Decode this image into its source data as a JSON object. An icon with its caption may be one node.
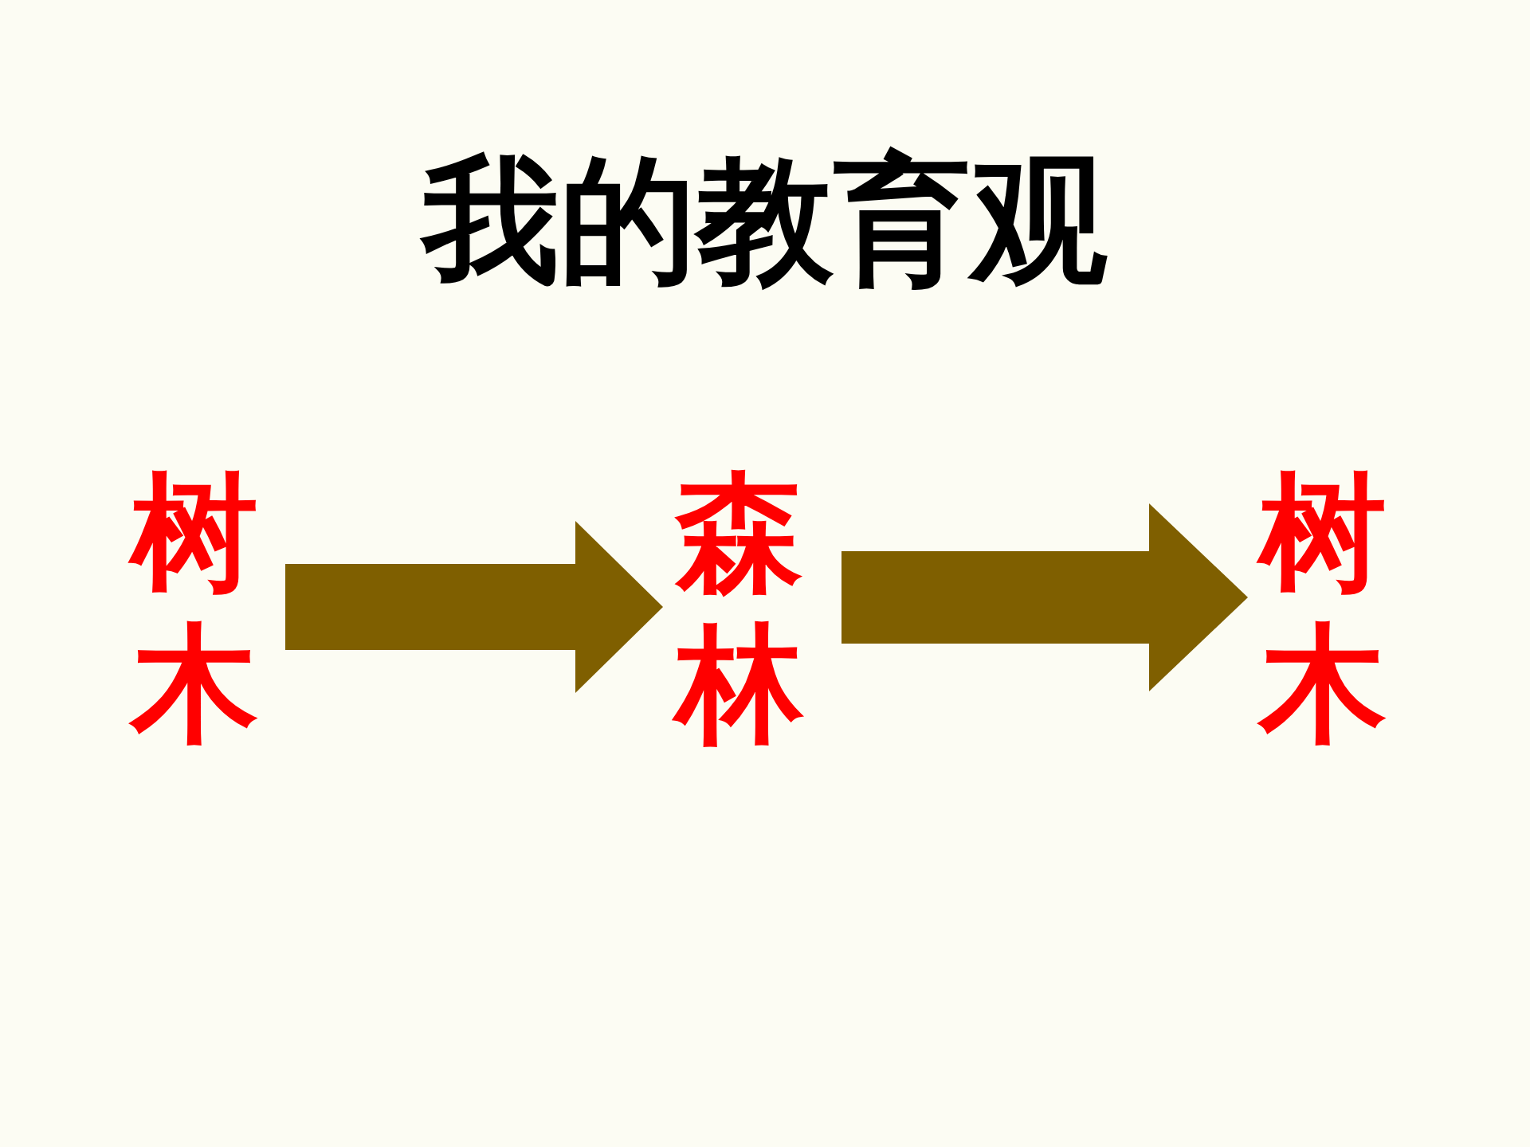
{
  "diagram": {
    "title": "我的教育观",
    "nodes": [
      {
        "text": [
          "树木"
        ]
      },
      {
        "text": [
          "森林"
        ]
      },
      {
        "text": [
          "树木"
        ]
      }
    ],
    "edges": [
      {
        "from": 0,
        "to": 1,
        "arrow": "to"
      },
      {
        "from": 1,
        "to": 2,
        "arrow": "to"
      }
    ]
  }
}
